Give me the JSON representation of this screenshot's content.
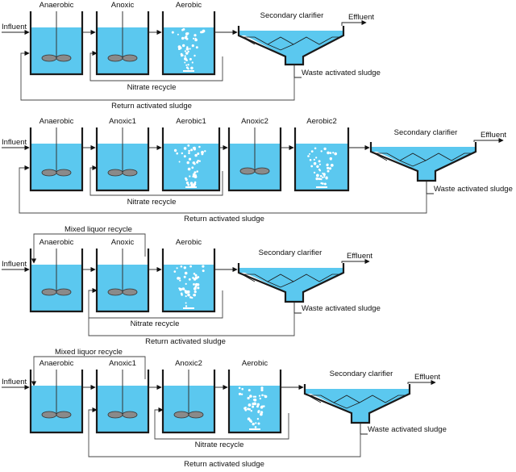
{
  "diagrams": [
    {
      "labels": {
        "influent": "Influent",
        "effluent": "Effluent",
        "clarifier": "Secondary clarifier",
        "waste": "Waste activated sludge",
        "nitrate": "Nitrate recycle",
        "ras": "Return activated sludge"
      },
      "tanks": [
        {
          "name": "Anaerobic",
          "kind": "mixer"
        },
        {
          "name": "Anoxic",
          "kind": "mixer"
        },
        {
          "name": "Aerobic",
          "kind": "aerator"
        }
      ]
    },
    {
      "labels": {
        "influent": "Influent",
        "effluent": "Effluent",
        "clarifier": "Secondary clarifier",
        "waste": "Waste activated sludge",
        "nitrate": "Nitrate recycle",
        "ras": "Return activated sludge"
      },
      "tanks": [
        {
          "name": "Anaerobic",
          "kind": "mixer"
        },
        {
          "name": "Anoxic1",
          "kind": "mixer"
        },
        {
          "name": "Aerobic1",
          "kind": "aerator"
        },
        {
          "name": "Anoxic2",
          "kind": "mixer"
        },
        {
          "name": "Aerobic2",
          "kind": "aerator"
        }
      ]
    },
    {
      "labels": {
        "influent": "Influent",
        "effluent": "Effluent",
        "clarifier": "Secondary clarifier",
        "waste": "Waste activated sludge",
        "nitrate": "Nitrate recycle",
        "ras": "Return activated sludge",
        "mixed": "Mixed liquor recycle"
      },
      "tanks": [
        {
          "name": "Anaerobic",
          "kind": "mixer"
        },
        {
          "name": "Anoxic",
          "kind": "mixer"
        },
        {
          "name": "Aerobic",
          "kind": "aerator"
        }
      ]
    },
    {
      "labels": {
        "influent": "Influent",
        "effluent": "Effluent",
        "clarifier": "Secondary clarifier",
        "waste": "Waste activated sludge",
        "nitrate": "Nitrate recycle",
        "ras": "Return activated sludge",
        "mixed": "Mixed liquor recycle"
      },
      "tanks": [
        {
          "name": "Anaerobic",
          "kind": "mixer"
        },
        {
          "name": "Anoxic1",
          "kind": "mixer"
        },
        {
          "name": "Anoxic2",
          "kind": "mixer"
        },
        {
          "name": "Aerobic",
          "kind": "aerator"
        }
      ]
    }
  ],
  "colors": {
    "water": "#5bc8ef",
    "wall": "#1a1a1a",
    "mixer_blade": "#8a8a8a",
    "bubble": "#ffffff"
  }
}
